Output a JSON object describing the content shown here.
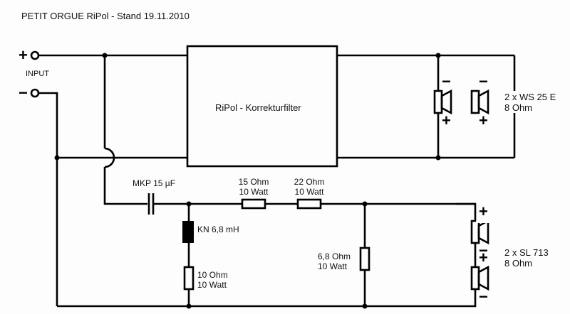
{
  "title": "PETIT ORGUE RiPol - Stand 19.11.2010",
  "input": {
    "label": "INPUT",
    "plus_symbol": "+",
    "minus_symbol": "−"
  },
  "filter_box": {
    "label": "RiPol - Korrekturfilter"
  },
  "top_speakers": {
    "label_line1": "2 x WS 25 E",
    "label_line2": "8 Ohm",
    "count": 2,
    "polarity_top": "−",
    "polarity_bottom": "+"
  },
  "capacitor": {
    "label": "MKP 15 µF"
  },
  "resistor_1": {
    "line1": "15 Ohm",
    "line2": "10 Watt"
  },
  "resistor_2": {
    "line1": "22 Ohm",
    "line2": "10 Watt"
  },
  "inductor": {
    "label": "KN 6,8 mH"
  },
  "resistor_3": {
    "line1": "10 Ohm",
    "line2": "10 Watt"
  },
  "resistor_4": {
    "line1": "6,8 Ohm",
    "line2": "10 Watt"
  },
  "bottom_speakers": {
    "label_line1": "2 x SL 713",
    "label_line2": "8 Ohm",
    "count": 2,
    "polarity_top": "+",
    "polarity_bottom": "−"
  }
}
